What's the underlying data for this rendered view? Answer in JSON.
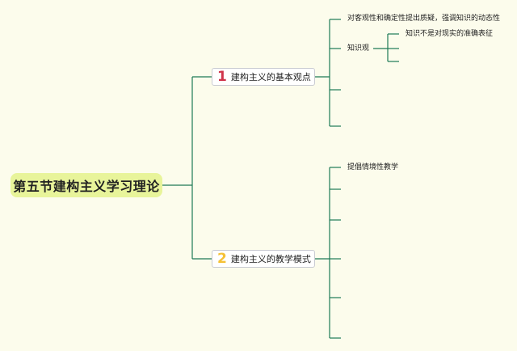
{
  "colors": {
    "line": "#1E7A56",
    "background": "#FCFCEC",
    "root_fill": "#E8F49A",
    "number_one": "#D0344B",
    "number_two": "#F5C136"
  },
  "root": {
    "title": "第五节建构主义学习理论"
  },
  "branches": [
    {
      "number": "1",
      "label": "建构主义的基本观点",
      "children": [
        {
          "text": "对客观性和确定性提出质疑，强调知识的动态性"
        },
        {
          "text": "知识观",
          "children": [
            {
              "text": "知识不是对现实的准确表征"
            }
          ]
        }
      ]
    },
    {
      "number": "2",
      "label": "建构主义的教学模式",
      "children": [
        {
          "text": "提倡情境性教学"
        }
      ]
    }
  ]
}
